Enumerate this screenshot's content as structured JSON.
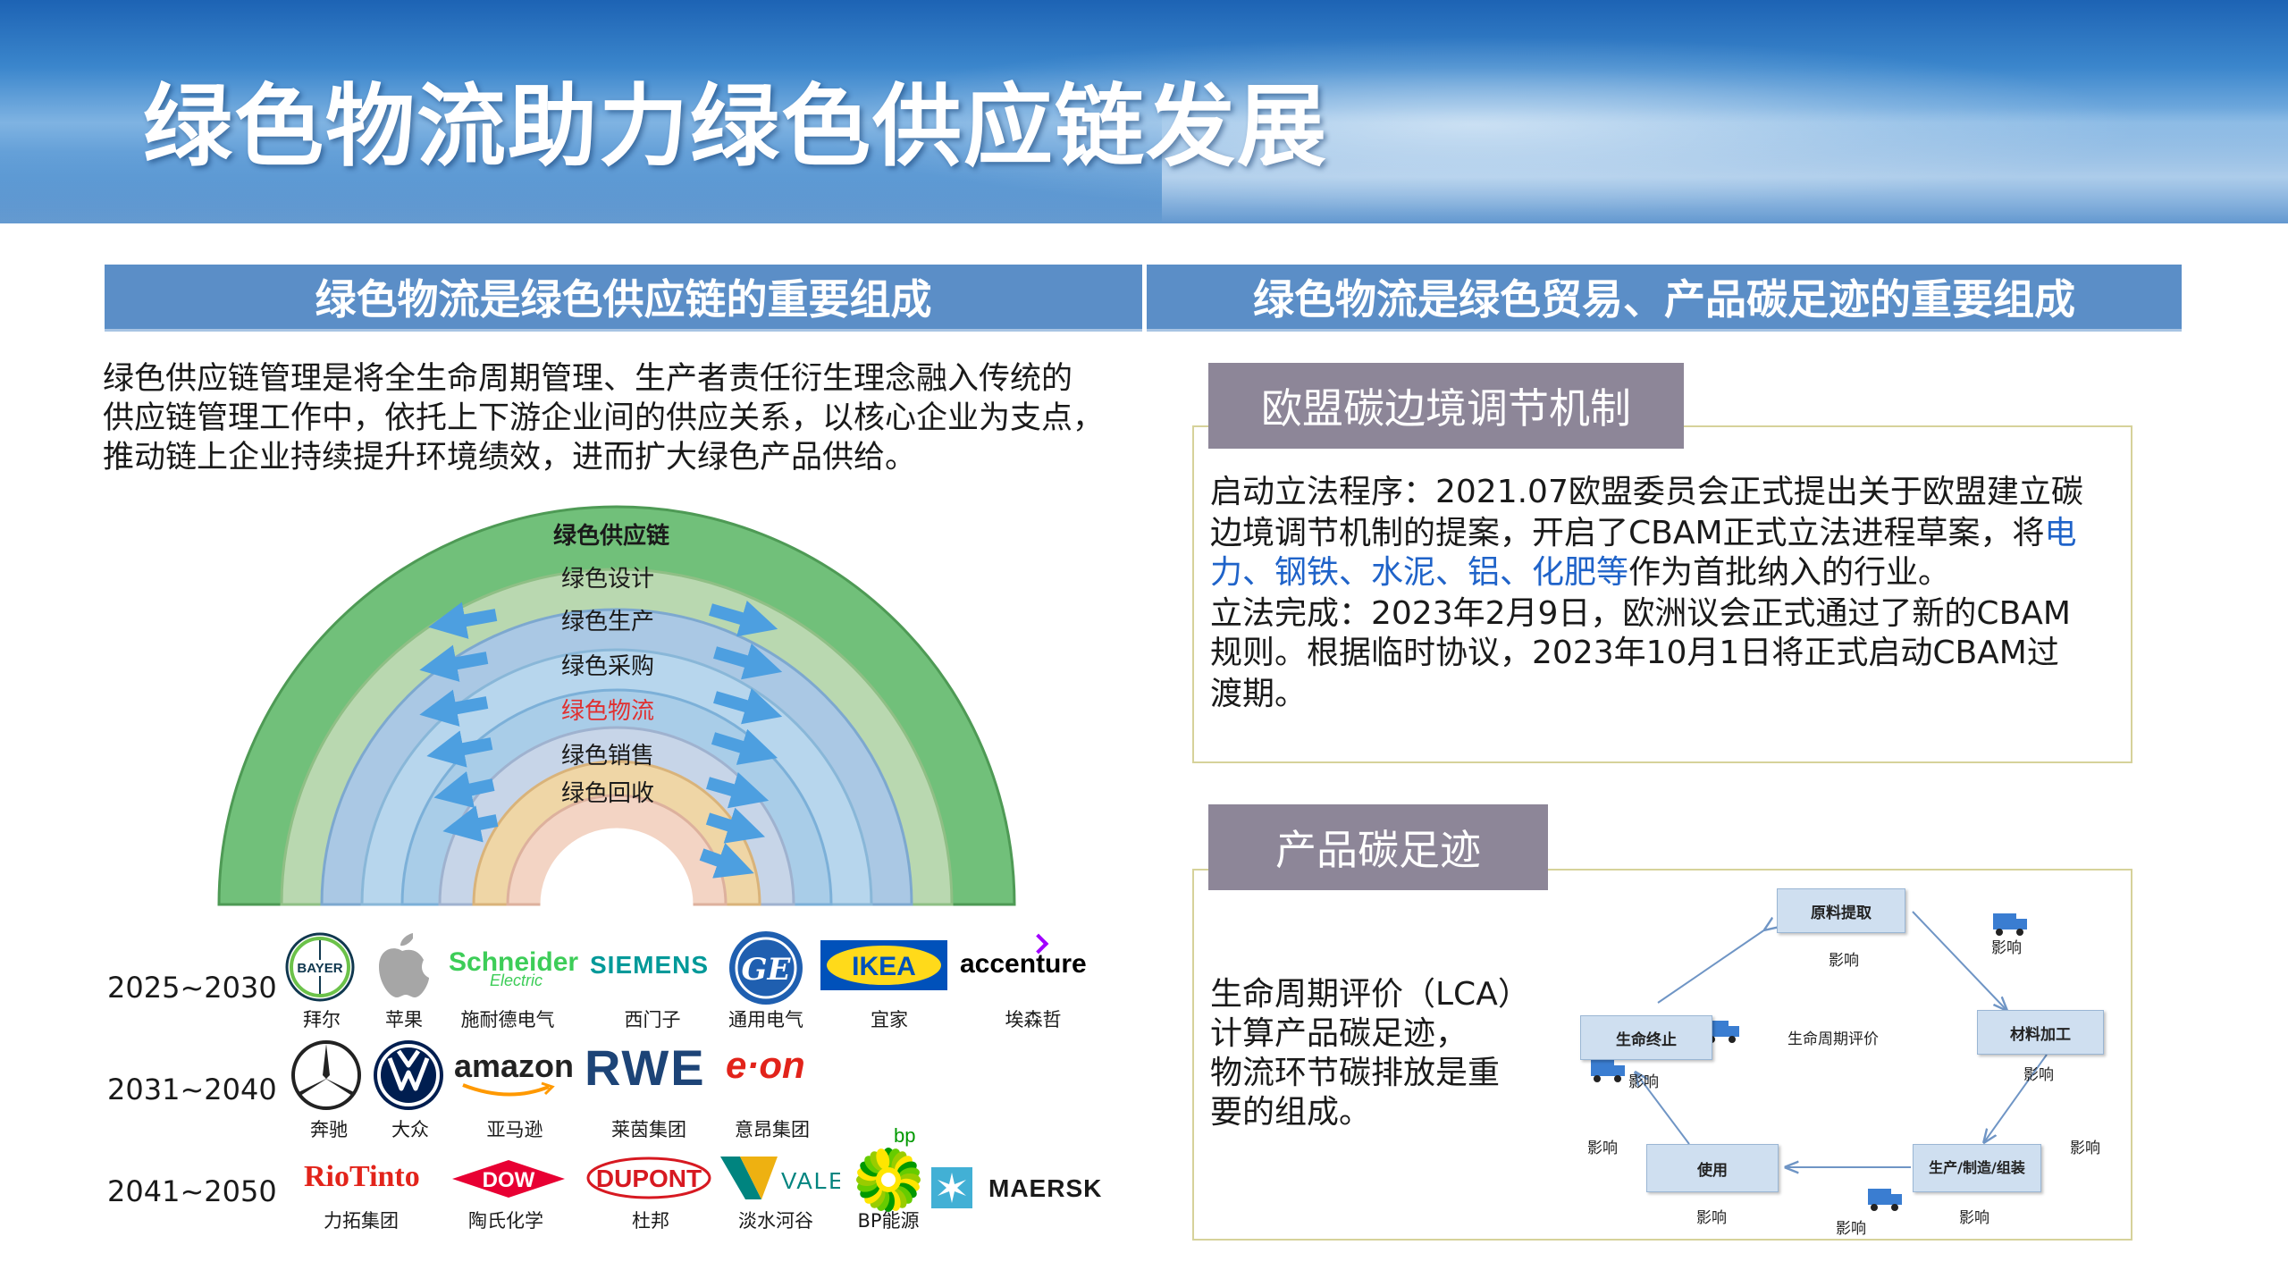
{
  "title": "绿色物流助力绿色供应链发展",
  "left": {
    "header": "绿色物流是绿色供应链的重要组成",
    "intro": [
      "绿色供应链管理是将全生命周期管理、生产者责任衍生理念融入传统的",
      "供应链管理工作中，依托上下游企业间的供应关系，以核心企业为支点，",
      "推动链上企业持续提升环境绩效，进而扩大绿色产品供给。"
    ],
    "arc_layers": [
      "绿色供应链",
      "绿色设计",
      "绿色生产",
      "绿色采购",
      "绿色物流",
      "绿色销售",
      "绿色回收"
    ],
    "highlight_color": "#e03030"
  },
  "companies": {
    "rows": [
      {
        "years": "2025~2030",
        "logos": [
          {
            "name": "bayer",
            "text": "BAYER",
            "caption": "拜尔",
            "color": "#10384f"
          },
          {
            "name": "apple",
            "text": "",
            "caption": "苹果",
            "color": "#a6a6a6"
          },
          {
            "name": "schneider",
            "text": "Schneider",
            "sub": "Electric",
            "caption": "施耐德电气",
            "color": "#3dcd58"
          },
          {
            "name": "siemens",
            "text": "SIEMENS",
            "caption": "西门子",
            "color": "#009999"
          },
          {
            "name": "ge",
            "text": "GE",
            "caption": "通用电气",
            "color": "#1f5fb0"
          },
          {
            "name": "ikea",
            "text": "IKEA",
            "caption": "宜家",
            "color": "#0051ba"
          },
          {
            "name": "accenture",
            "text": "accenture",
            "caption": "埃森哲",
            "color": "#000000"
          }
        ]
      },
      {
        "years": "2031~2040",
        "logos": [
          {
            "name": "mercedes",
            "text": "",
            "caption": "奔驰",
            "color": "#222222"
          },
          {
            "name": "vw",
            "text": "VW",
            "caption": "大众",
            "color": "#001e50"
          },
          {
            "name": "amazon",
            "text": "amazon",
            "caption": "亚马逊",
            "color": "#222222"
          },
          {
            "name": "rwe",
            "text": "RWE",
            "caption": "莱茵集团",
            "color": "#1d4477"
          },
          {
            "name": "eon",
            "text": "e·on",
            "caption": "意昂集团",
            "color": "#e2231a"
          }
        ]
      },
      {
        "years": "2041~2050",
        "logos": [
          {
            "name": "riotinto",
            "text": "RioTinto",
            "caption": "力拓集团",
            "color": "#e2231a"
          },
          {
            "name": "dow",
            "text": "DOW",
            "caption": "陶氏化学",
            "color": "#e80033"
          },
          {
            "name": "dupont",
            "text": "DUPONT",
            "caption": "杜邦",
            "color": "#d71921"
          },
          {
            "name": "vale",
            "text": "VALE",
            "caption": "淡水河谷",
            "color": "#00847f"
          },
          {
            "name": "bp",
            "text": "bp",
            "caption": "BP能源",
            "color": "#009900"
          },
          {
            "name": "maersk",
            "text": "MAERSK",
            "caption": "",
            "color": "#42b0d5"
          }
        ]
      }
    ]
  },
  "right": {
    "header": "绿色物流是绿色贸易、产品碳足迹的重要组成",
    "cbam": {
      "tag": "欧盟碳边境调节机制",
      "line1": "启动立法程序：2021.07欧盟委员会正式提出关于欧盟建立碳",
      "line2a": "边境调节机制的提案，开启了CBAM正式立法进程草案，将",
      "line2b": "电",
      "line3a": "力、钢铁、水泥、铝、化肥等",
      "line3b": "作为首批纳入的行业。",
      "line4": "立法完成：2023年2月9日，欧洲议会正式通过了新的CBAM",
      "line5": "规则。根据临时协议，2023年10月1日将正式启动CBAM过",
      "line6": "渡期。"
    },
    "footprint": {
      "tag": "产品碳足迹",
      "text": [
        "生命周期评价（LCA）",
        "计算产品碳足迹，",
        "物流环节碳排放是重",
        "要的组成。"
      ],
      "lca": {
        "center": "生命周期评价",
        "nodes": [
          "原料提取",
          "材料加工",
          "生产/制造/组装",
          "使用",
          "生命终止"
        ],
        "impact": "影响"
      }
    }
  }
}
